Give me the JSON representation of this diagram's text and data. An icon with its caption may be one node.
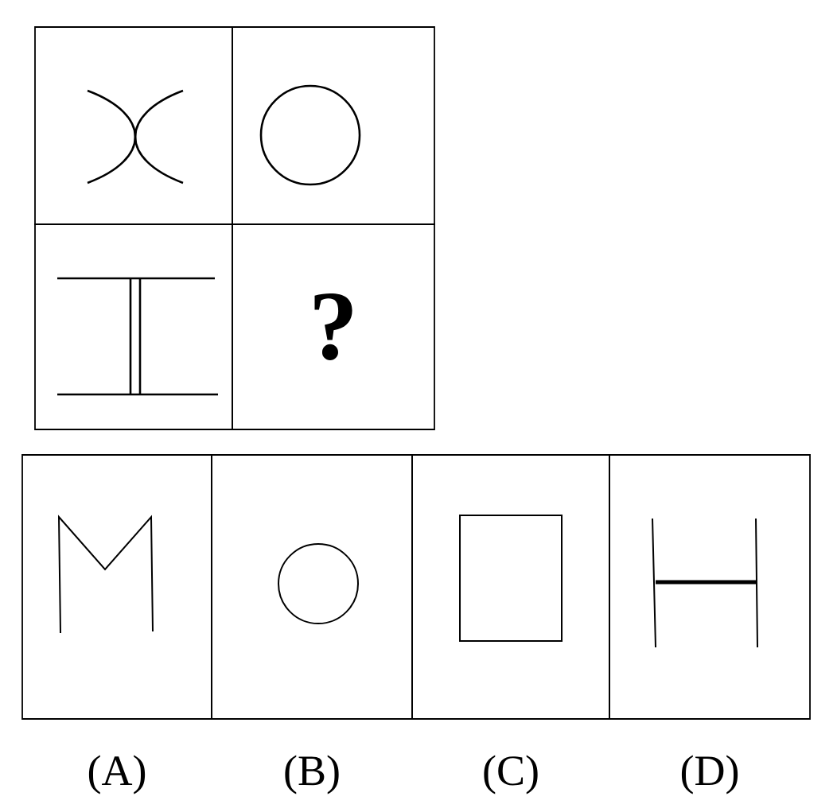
{
  "diagram": {
    "nodes": [
      {
        "text": [],
        "shape": "box"
      },
      {
        "text": [],
        "shape": "box"
      },
      {
        "text": [],
        "shape": "box"
      },
      {
        "text": [
          "?"
        ]
      },
      {
        "text": [],
        "shape": "box",
        "beside": [
          "(A)"
        ]
      },
      {
        "text": [],
        "shape": "box",
        "beside": [
          "(B)"
        ]
      },
      {
        "text": [],
        "shape": "box",
        "beside": [
          "(C)"
        ]
      },
      {
        "text": [],
        "shape": "box",
        "beside": [
          "(D)"
        ]
      }
    ]
  }
}
